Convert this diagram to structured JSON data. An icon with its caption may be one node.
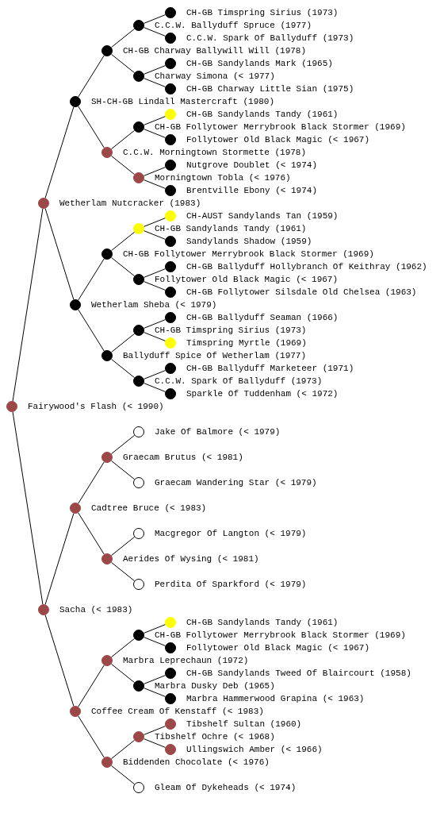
{
  "diagram": {
    "nodes": [
      {
        "text": [
          "CH-GB Timspring Sirius (1973)"
        ]
      },
      {
        "text": [
          "C.C.W. Ballyduff Spruce (1977)"
        ]
      },
      {
        "text": [
          "C.C.W. Spark Of Ballyduff (1973)"
        ]
      },
      {
        "text": [
          "CH-GB Charway Ballywill Will (1978)"
        ]
      },
      {
        "text": [
          "CH-GB Sandylands Mark (1965)"
        ]
      },
      {
        "text": [
          "Charway Simona (< 1977)"
        ]
      },
      {
        "text": [
          "CH-GB Charway Little Sian (1975)"
        ]
      },
      {
        "text": [
          "SH-CH-GB Lindall Mastercraft (1980)"
        ]
      },
      {
        "text": [
          "CH-GB Sandylands Tandy (1961)"
        ]
      },
      {
        "text": [
          "CH-GB Follytower Merrybrook Black Stormer (1969)"
        ]
      },
      {
        "text": [
          "Follytower Old Black Magic (< 1967)"
        ]
      },
      {
        "text": [
          "C.C.W. Morningtown Stormette (1978)"
        ]
      },
      {
        "text": [
          "Nutgrove Doublet (< 1974)"
        ]
      },
      {
        "text": [
          "Morningtown Tobla (< 1976)"
        ]
      },
      {
        "text": [
          "Brentville Ebony (< 1974)"
        ]
      },
      {
        "text": [
          "Wetherlam Nutcracker (1983)"
        ]
      },
      {
        "text": [
          "CH-AUST Sandylands Tan (1959)"
        ]
      },
      {
        "text": [
          "CH-GB Sandylands Tandy (1961)"
        ]
      },
      {
        "text": [
          "Sandylands Shadow (1959)"
        ]
      },
      {
        "text": [
          "CH-GB Follytower Merrybrook Black Stormer (1969)"
        ]
      },
      {
        "text": [
          "CH-GB Ballyduff Hollybranch Of Keithray (1962)"
        ]
      },
      {
        "text": [
          "Follytower Old Black Magic (< 1967)"
        ]
      },
      {
        "text": [
          "CH-GB Follytower Silsdale Old Chelsea (1963)"
        ]
      },
      {
        "text": [
          "Wetherlam Sheba (< 1979)"
        ]
      },
      {
        "text": [
          "CH-GB Ballyduff Seaman (1966)"
        ]
      },
      {
        "text": [
          "CH-GB Timspring Sirius (1973)"
        ]
      },
      {
        "text": [
          "Timspring Myrtle (1969)"
        ]
      },
      {
        "text": [
          "Ballyduff Spice Of Wetherlam (1977)"
        ]
      },
      {
        "text": [
          "CH-GB Ballyduff Marketeer (1971)"
        ]
      },
      {
        "text": [
          "C.C.W. Spark Of Ballyduff (1973)"
        ]
      },
      {
        "text": [
          "Sparkle Of Tuddenham (< 1972)"
        ]
      },
      {
        "text": [
          "Fairywood's Flash (< 1990)"
        ]
      },
      {
        "text": [
          "Jake Of Balmore (< 1979)"
        ]
      },
      {
        "text": [
          "Graecam Brutus (< 1981)"
        ]
      },
      {
        "text": [
          "Graecam Wandering Star (< 1979)"
        ]
      },
      {
        "text": [
          "Cadtree Bruce (< 1983)"
        ]
      },
      {
        "text": [
          "Macgregor Of Langton (< 1979)"
        ]
      },
      {
        "text": [
          "Aerides Of Wysing (< 1981)"
        ]
      },
      {
        "text": [
          "Perdita Of Sparkford (< 1979)"
        ]
      },
      {
        "text": [
          "Sacha (< 1983)"
        ]
      },
      {
        "text": [
          "CH-GB Sandylands Tandy (1961)"
        ]
      },
      {
        "text": [
          "CH-GB Follytower Merrybrook Black Stormer (1969)"
        ]
      },
      {
        "text": [
          "Follytower Old Black Magic (< 1967)"
        ]
      },
      {
        "text": [
          "Marbra Leprechaun (1972)"
        ]
      },
      {
        "text": [
          "CH-GB Sandylands Tweed Of Blaircourt (1958)"
        ]
      },
      {
        "text": [
          "Marbra Dusky Deb (1965)"
        ]
      },
      {
        "text": [
          "Marbra Hammerwood Grapina (< 1963)"
        ]
      },
      {
        "text": [
          "Coffee Cream Of Kenstaff (< 1983)"
        ]
      },
      {
        "text": [
          "Tibshelf Sultan (1960)"
        ]
      },
      {
        "text": [
          "Tibshelf Ochre (< 1968)"
        ]
      },
      {
        "text": [
          "Ullingswich Amber (< 1966)"
        ]
      },
      {
        "text": [
          "Biddenden Chocolate (< 1976)"
        ]
      },
      {
        "text": [
          "Gleam Of Dykeheads (< 1974)"
        ]
      }
    ],
    "edges": [
      {
        "from": 31,
        "to": 15,
        "arrow": "none"
      },
      {
        "from": 31,
        "to": 39,
        "arrow": "none"
      },
      {
        "from": 15,
        "to": 7,
        "arrow": "none"
      },
      {
        "from": 15,
        "to": 23,
        "arrow": "none"
      },
      {
        "from": 7,
        "to": 3,
        "arrow": "none"
      },
      {
        "from": 7,
        "to": 11,
        "arrow": "none"
      },
      {
        "from": 3,
        "to": 1,
        "arrow": "none"
      },
      {
        "from": 3,
        "to": 5,
        "arrow": "none"
      },
      {
        "from": 1,
        "to": 0,
        "arrow": "none"
      },
      {
        "from": 1,
        "to": 2,
        "arrow": "none"
      },
      {
        "from": 5,
        "to": 4,
        "arrow": "none"
      },
      {
        "from": 5,
        "to": 6,
        "arrow": "none"
      },
      {
        "from": 11,
        "to": 9,
        "arrow": "none"
      },
      {
        "from": 11,
        "to": 13,
        "arrow": "none"
      },
      {
        "from": 9,
        "to": 8,
        "arrow": "none"
      },
      {
        "from": 9,
        "to": 10,
        "arrow": "none"
      },
      {
        "from": 13,
        "to": 12,
        "arrow": "none"
      },
      {
        "from": 13,
        "to": 14,
        "arrow": "none"
      },
      {
        "from": 23,
        "to": 19,
        "arrow": "none"
      },
      {
        "from": 23,
        "to": 27,
        "arrow": "none"
      },
      {
        "from": 19,
        "to": 17,
        "arrow": "none"
      },
      {
        "from": 19,
        "to": 21,
        "arrow": "none"
      },
      {
        "from": 17,
        "to": 16,
        "arrow": "none"
      },
      {
        "from": 17,
        "to": 18,
        "arrow": "none"
      },
      {
        "from": 21,
        "to": 20,
        "arrow": "none"
      },
      {
        "from": 21,
        "to": 22,
        "arrow": "none"
      },
      {
        "from": 27,
        "to": 25,
        "arrow": "none"
      },
      {
        "from": 27,
        "to": 29,
        "arrow": "none"
      },
      {
        "from": 25,
        "to": 24,
        "arrow": "none"
      },
      {
        "from": 25,
        "to": 26,
        "arrow": "none"
      },
      {
        "from": 29,
        "to": 28,
        "arrow": "none"
      },
      {
        "from": 29,
        "to": 30,
        "arrow": "none"
      },
      {
        "from": 39,
        "to": 35,
        "arrow": "none"
      },
      {
        "from": 39,
        "to": 47,
        "arrow": "none"
      },
      {
        "from": 35,
        "to": 33,
        "arrow": "none"
      },
      {
        "from": 35,
        "to": 37,
        "arrow": "none"
      },
      {
        "from": 33,
        "to": 32,
        "arrow": "none"
      },
      {
        "from": 33,
        "to": 34,
        "arrow": "none"
      },
      {
        "from": 37,
        "to": 36,
        "arrow": "none"
      },
      {
        "from": 37,
        "to": 38,
        "arrow": "none"
      },
      {
        "from": 47,
        "to": 43,
        "arrow": "none"
      },
      {
        "from": 47,
        "to": 51,
        "arrow": "none"
      },
      {
        "from": 43,
        "to": 41,
        "arrow": "none"
      },
      {
        "from": 43,
        "to": 45,
        "arrow": "none"
      },
      {
        "from": 41,
        "to": 40,
        "arrow": "none"
      },
      {
        "from": 41,
        "to": 42,
        "arrow": "none"
      },
      {
        "from": 45,
        "to": 44,
        "arrow": "none"
      },
      {
        "from": 45,
        "to": 46,
        "arrow": "none"
      },
      {
        "from": 51,
        "to": 49,
        "arrow": "none"
      },
      {
        "from": 51,
        "to": 52,
        "arrow": "none"
      },
      {
        "from": 49,
        "to": 48,
        "arrow": "none"
      },
      {
        "from": 49,
        "to": 50,
        "arrow": "none"
      }
    ]
  }
}
